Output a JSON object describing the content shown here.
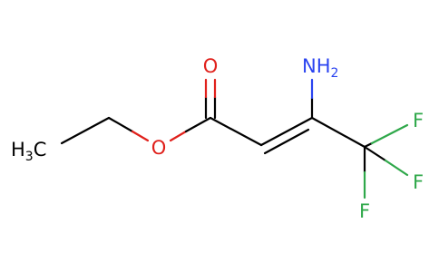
{
  "molecule": {
    "atoms": {
      "methyl": {
        "symbol": "H",
        "subscript": "3",
        "tail": "C"
      },
      "ester_oxygen": {
        "symbol": "O"
      },
      "carbonyl_oxygen": {
        "symbol": "O"
      },
      "amino": {
        "symbol": "NH",
        "subscript": "2"
      },
      "fluorine_top": {
        "symbol": "F"
      },
      "fluorine_middle": {
        "symbol": "F"
      },
      "fluorine_bottom": {
        "symbol": "F"
      }
    },
    "colors": {
      "carbon": "#000000",
      "oxygen": "#e0201b",
      "nitrogen": "#2a43f0",
      "fluorine": "#2fa84a"
    }
  }
}
